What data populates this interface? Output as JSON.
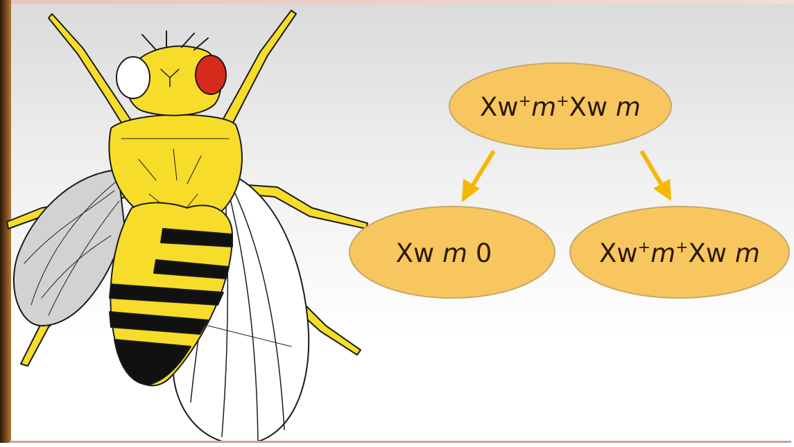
{
  "diagram": {
    "parent": {
      "sym1": "Xw",
      "sup1": "+",
      "sym2": "m",
      "sup2": "+",
      "sym3": "Xw",
      "sym4": "m"
    },
    "left_child": {
      "sym1": "Xw",
      "sym2": "m",
      "sym3": "0"
    },
    "right_child": {
      "sym1": "Xw",
      "sup1": "+",
      "sym2": "m",
      "sup2": "+",
      "sym3": "Xw",
      "sym4": "m"
    },
    "colors": {
      "node_fill": "#f8c65e",
      "node_stroke": "#c7a86a",
      "arrow": "#f5b800",
      "fly_body": "#f7dd2a",
      "fly_eye": "#d82a1c",
      "fly_stripe": "#111111"
    }
  },
  "illustration": {
    "subject": "fruit-fly",
    "eye_left": "white",
    "eye_right": "red"
  }
}
